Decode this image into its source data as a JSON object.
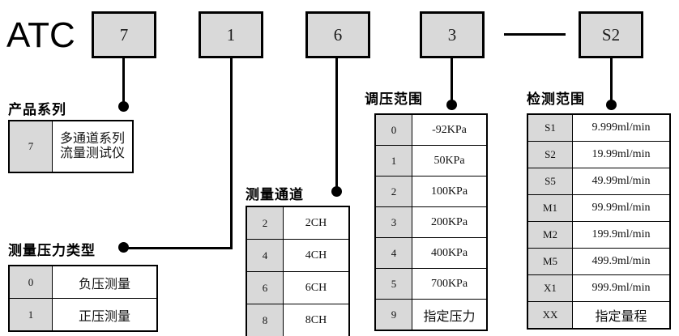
{
  "model": {
    "brand": "ATC",
    "separator": "—",
    "segments": [
      {
        "name": "series",
        "value": "7"
      },
      {
        "name": "pressure-type",
        "value": "1"
      },
      {
        "name": "channels",
        "value": "6"
      },
      {
        "name": "pressure-range",
        "value": "3"
      },
      {
        "name": "detect-range",
        "value": "S2"
      }
    ]
  },
  "sections": {
    "series": {
      "heading": "产品系列",
      "rows": [
        {
          "code": "7",
          "value": "多通道系列\n流量测试仪"
        }
      ]
    },
    "pressure_type": {
      "heading": "测量压力类型",
      "rows": [
        {
          "code": "0",
          "value": "负压测量"
        },
        {
          "code": "1",
          "value": "正压测量"
        }
      ]
    },
    "channels": {
      "heading": "测量通道",
      "rows": [
        {
          "code": "2",
          "value": "2CH"
        },
        {
          "code": "4",
          "value": "4CH"
        },
        {
          "code": "6",
          "value": "6CH"
        },
        {
          "code": "8",
          "value": "8CH"
        }
      ]
    },
    "pressure_range": {
      "heading": "调压范围",
      "rows": [
        {
          "code": "0",
          "value": "-92KPa"
        },
        {
          "code": "1",
          "value": "50KPa"
        },
        {
          "code": "2",
          "value": "100KPa"
        },
        {
          "code": "3",
          "value": "200KPa"
        },
        {
          "code": "4",
          "value": "400KPa"
        },
        {
          "code": "5",
          "value": "700KPa"
        },
        {
          "code": "9",
          "value": "指定压力"
        }
      ]
    },
    "detect_range": {
      "heading": "检测范围",
      "rows": [
        {
          "code": "S1",
          "value": "9.999ml/min"
        },
        {
          "code": "S2",
          "value": "19.99ml/min"
        },
        {
          "code": "S5",
          "value": "49.99ml/min"
        },
        {
          "code": "M1",
          "value": "99.99ml/min"
        },
        {
          "code": "M2",
          "value": "199.9ml/min"
        },
        {
          "code": "M5",
          "value": "499.9ml/min"
        },
        {
          "code": "X1",
          "value": "999.9ml/min"
        },
        {
          "code": "XX",
          "value": "指定量程"
        }
      ]
    }
  },
  "colors": {
    "line": "#000000",
    "code_fill": "#d9d9d9",
    "value_fill": "#ffffff"
  }
}
